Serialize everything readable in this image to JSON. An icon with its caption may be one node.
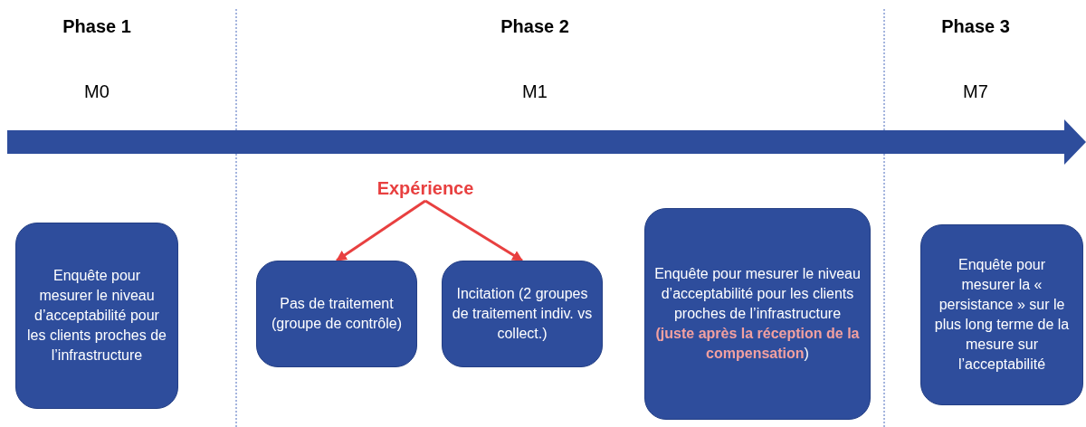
{
  "diagram": {
    "nodes": [
      {
        "text": [
          "Enquête pour mesurer le niveau d’acceptabilité pour les clients proches de l’infrastructure"
        ]
      },
      {
        "text": [
          "Expérience"
        ]
      },
      {
        "text": [
          "Pas de traitement (groupe de contrôle)"
        ]
      },
      {
        "text": [
          "Incitation (2 groupes de traitement indiv. vs collect.)"
        ]
      },
      {
        "text": [
          "Enquête pour mesurer le niveau d’acceptabilité pour les clients proches de l’infrastructure **(juste après la réception de la compensation**)"
        ]
      },
      {
        "text": [
          "Enquête pour mesurer la « persistance » sur le plus long terme de la mesure sur l’acceptabilité"
        ]
      }
    ],
    "edges": [
      {
        "from": 1,
        "to": 2,
        "arrow": "to",
        "color": "#e84040"
      },
      {
        "from": 1,
        "to": 3,
        "arrow": "to",
        "color": "#e84040"
      }
    ],
    "labels": [
      "Phase 1",
      "Phase 2",
      "Phase 3",
      "M0",
      "M1",
      "M7"
    ]
  }
}
